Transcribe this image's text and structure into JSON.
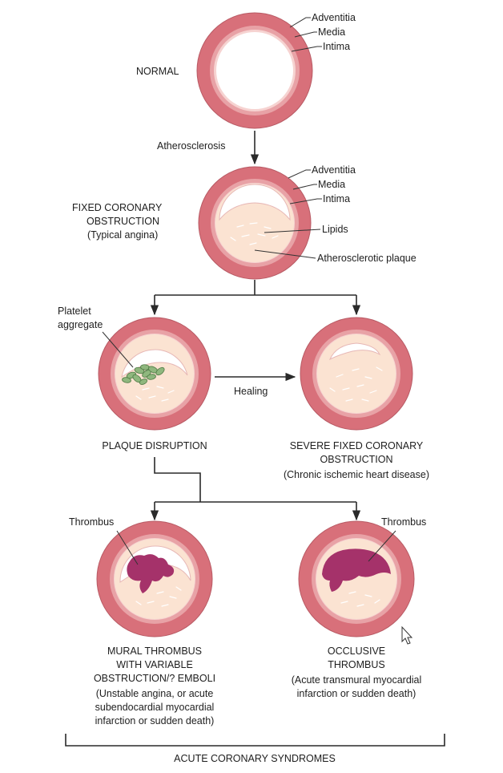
{
  "colors": {
    "adventitia": "#d8707a",
    "media": "#e8a2a6",
    "intima": "#f6d3d1",
    "plaque": "#fbe3d2",
    "platelet": "#8fb77e",
    "thrombus": "#a5326a",
    "line": "#2a2a2a"
  },
  "labels": {
    "adventitia": "Adventitia",
    "media": "Media",
    "intima": "Intima",
    "lipids": "Lipids",
    "atherosclerotic_plaque": "Atherosclerotic plaque",
    "platelet_line1": "Platelet",
    "platelet_line2": "aggregate",
    "thrombus": "Thrombus",
    "atherosclerosis": "Atherosclerosis",
    "healing": "Healing"
  },
  "stages": {
    "normal": {
      "title": "NORMAL"
    },
    "fixed": {
      "title_line1": "FIXED CORONARY",
      "title_line2": "OBSTRUCTION",
      "note": "(Typical angina)"
    },
    "disruption": {
      "title": "PLAQUE DISRUPTION"
    },
    "severe": {
      "title_line1": "SEVERE FIXED CORONARY",
      "title_line2": "OBSTRUCTION",
      "note": "(Chronic ischemic heart disease)"
    },
    "mural": {
      "title_line1": "MURAL THROMBUS",
      "title_line2": "WITH VARIABLE",
      "title_line3": "OBSTRUCTION/? EMBOLI",
      "note_line1": "(Unstable angina, or acute",
      "note_line2": "subendocardial myocardial",
      "note_line3": "infarction or sudden death)"
    },
    "occlusive": {
      "title_line1": "OCCLUSIVE",
      "title_line2": "THROMBUS",
      "note_line1": "(Acute transmural myocardial",
      "note_line2": "infarction or sudden death)"
    }
  },
  "footer": {
    "label": "ACUTE CORONARY SYNDROMES"
  }
}
